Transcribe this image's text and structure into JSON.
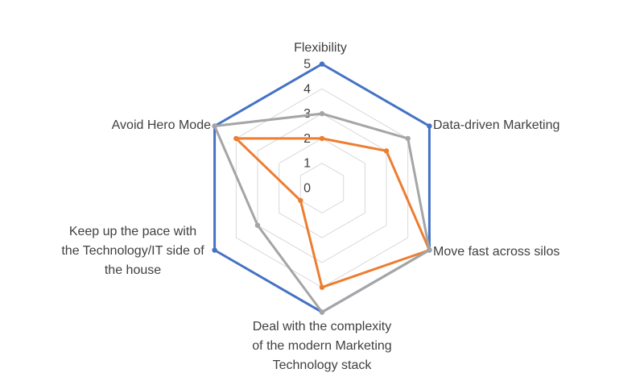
{
  "chart_data": {
    "type": "radar",
    "categories": [
      "Flexibility",
      "Data-driven Marketing",
      "Move fast across silos",
      "Deal with the complexity of the modern Marketing Technology stack",
      "Keep up the pace with the Technology/IT side of the house",
      "Avoid Hero Mode"
    ],
    "tick_labels": [
      "0",
      "1",
      "2",
      "3",
      "4",
      "5"
    ],
    "rmin": 0,
    "rmax": 5,
    "grid": true,
    "legend_position": "none",
    "series": [
      {
        "color": "#4472C4",
        "values": [
          5,
          5,
          5,
          5,
          5,
          5
        ]
      },
      {
        "color": "#ED7D31",
        "values": [
          2,
          3,
          5,
          4,
          1,
          4
        ]
      },
      {
        "color": "#A5A5A5",
        "values": [
          3,
          4,
          5,
          5,
          3,
          5
        ]
      }
    ],
    "colors": {
      "grid": "#D9D9D9",
      "text": "#404040",
      "background": "#FFFFFF"
    }
  },
  "axis_labels": {
    "flexibility": "Flexibility",
    "data_driven": "Data-driven Marketing",
    "move_fast": "Move fast across silos",
    "deal": "Deal with the complexity\nof the modern Marketing\nTechnology stack",
    "keep_up": "Keep up the pace with\nthe Technology/IT side of\nthe house",
    "avoid_hero": "Avoid Hero Mode"
  }
}
